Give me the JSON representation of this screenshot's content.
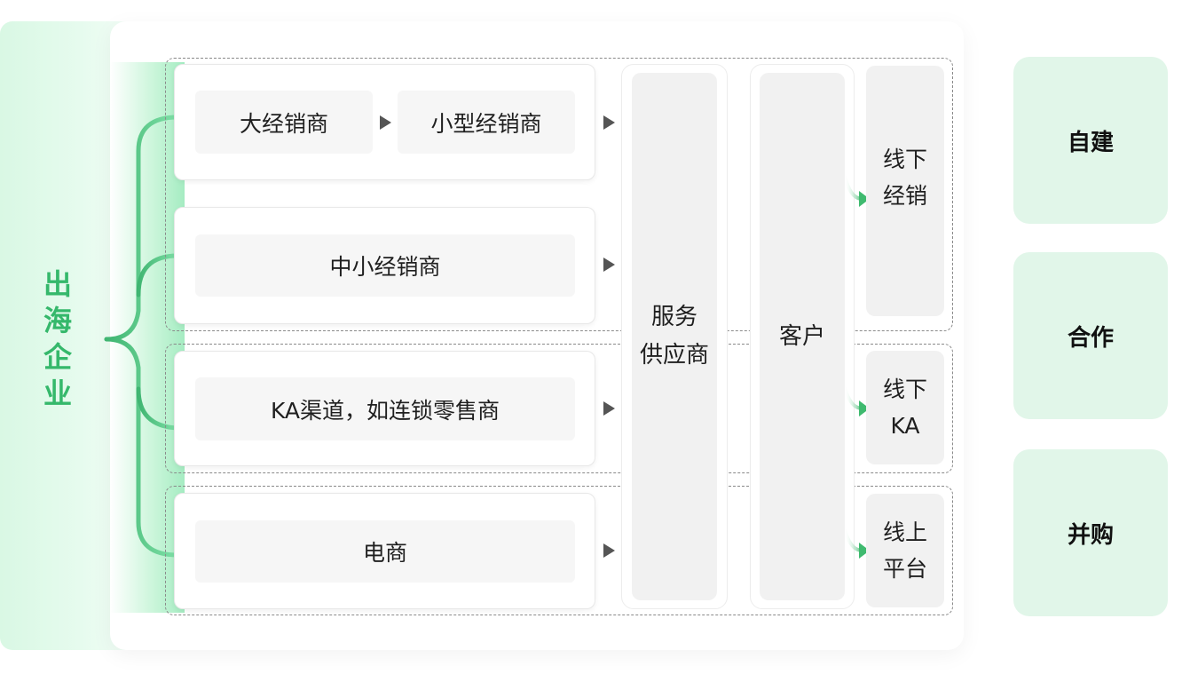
{
  "sidebar": {
    "title": [
      "出",
      "海",
      "企",
      "业"
    ]
  },
  "channels": {
    "big_distributor": "大经销商",
    "small_distributor": "小型经销商",
    "sme_distributor": "中小经销商",
    "ka_channel": "KA渠道，如连锁零售商",
    "ecommerce": "电商"
  },
  "columns": {
    "service_provider": [
      "服务",
      "供应商"
    ],
    "customer": [
      "客户"
    ]
  },
  "outputs": {
    "offline_distribution": [
      "线下",
      "经销"
    ],
    "offline_ka": [
      "线下",
      "KA"
    ],
    "online_platform": [
      "线上",
      "平台"
    ]
  },
  "modes": {
    "self_build": "自建",
    "cooperation": "合作",
    "acquisition": "并购"
  },
  "colors": {
    "accent_green": "#35b86b",
    "bracket_green": "#4cc17a",
    "mode_card_bg": "#e1f6e9"
  }
}
